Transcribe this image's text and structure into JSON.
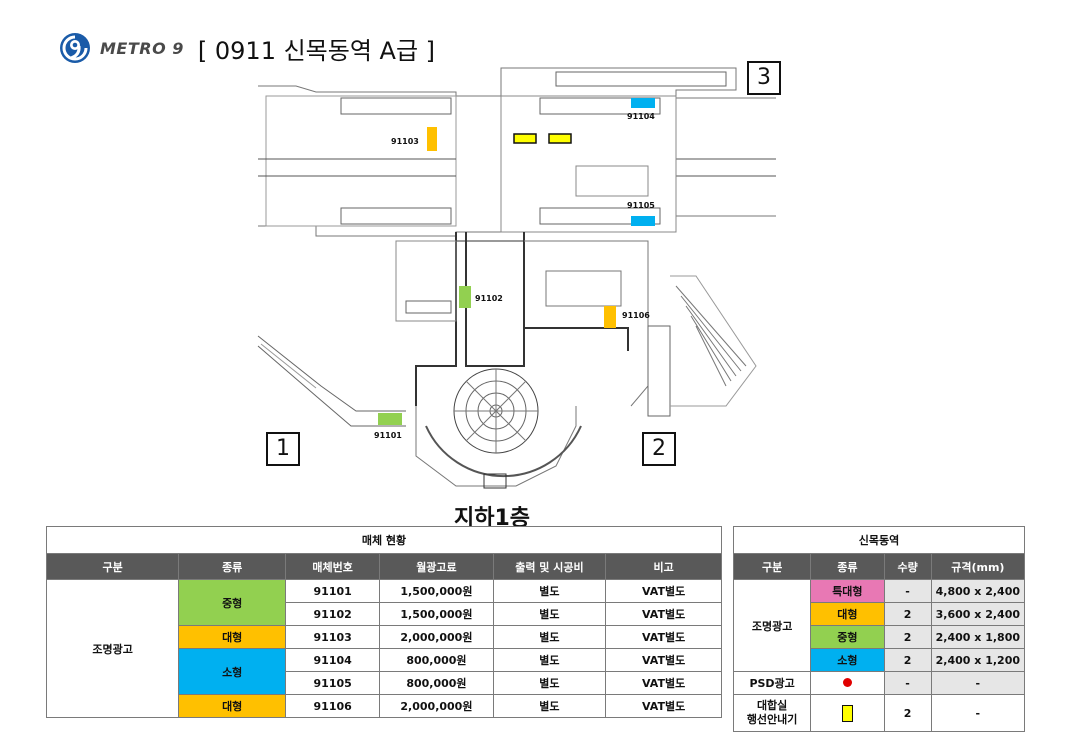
{
  "header": {
    "brand": "METRO 9",
    "title": "[ 0911  신목동역 A급 ]"
  },
  "floor_label": "지하1층",
  "zones": {
    "z1": "1",
    "z2": "2",
    "z3": "3"
  },
  "ad_ids": [
    "91101",
    "91102",
    "91103",
    "91104",
    "91105",
    "91106"
  ],
  "colors": {
    "large_special": "#e878b4",
    "large": "#ffc000",
    "medium": "#92d050",
    "small": "#00b0f0",
    "light_box": "#ffff00",
    "psd_dot": "#e00000"
  },
  "media_table": {
    "caption": "매체 현황",
    "headers": [
      "구분",
      "종류",
      "매체번호",
      "월광고료",
      "출력 및 시공비",
      "비고"
    ],
    "category": "조명광고",
    "types": {
      "medium": "중형",
      "large": "대형",
      "small": "소형"
    },
    "rows": [
      {
        "id": "91101",
        "fee": "1,500,000원",
        "print": "별도",
        "note": "VAT별도"
      },
      {
        "id": "91102",
        "fee": "1,500,000원",
        "print": "별도",
        "note": "VAT별도"
      },
      {
        "id": "91103",
        "fee": "2,000,000원",
        "print": "별도",
        "note": "VAT별도"
      },
      {
        "id": "91104",
        "fee": "800,000원",
        "print": "별도",
        "note": "VAT별도"
      },
      {
        "id": "91105",
        "fee": "800,000원",
        "print": "별도",
        "note": "VAT별도"
      },
      {
        "id": "91106",
        "fee": "2,000,000원",
        "print": "별도",
        "note": "VAT별도"
      }
    ]
  },
  "station_table": {
    "caption": "신목동역",
    "headers": [
      "구분",
      "종류",
      "수량",
      "규격(mm)"
    ],
    "category_light": "조명광고",
    "light_rows": [
      {
        "type": "특대형",
        "qty": "-",
        "size": "4,800 x 2,400"
      },
      {
        "type": "대형",
        "qty": "2",
        "size": "3,600 x 2,400"
      },
      {
        "type": "중형",
        "qty": "2",
        "size": "2,400 x 1,800"
      },
      {
        "type": "소형",
        "qty": "2",
        "size": "2,400 x 1,200"
      }
    ],
    "psd": {
      "category": "PSD광고",
      "qty": "-",
      "size": "-"
    },
    "waiting": {
      "category_line1": "대합실",
      "category_line2": "행선안내기",
      "qty": "2",
      "size": "-"
    }
  }
}
